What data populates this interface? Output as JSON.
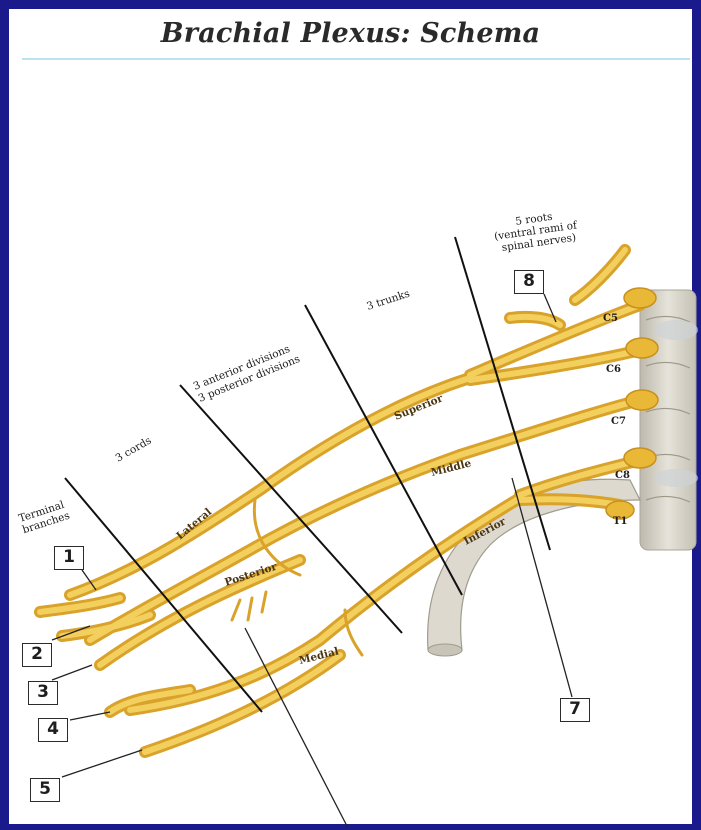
{
  "title": "Brachial Plexus: Schema",
  "section_labels": {
    "terminal_branches": [
      "Terminal",
      "branches"
    ],
    "cords": "3 cords",
    "divisions_anterior": "3 anterior divisions",
    "divisions_posterior": "3 posterior divisions",
    "trunks": "3 trunks",
    "roots": [
      "5 roots",
      "(ventral rami of",
      "spinal nerves)"
    ]
  },
  "nerve_labels": {
    "superior": "Superior",
    "middle": "Middle",
    "inferior": "Inferior",
    "lateral": "Lateral",
    "posterior": "Posterior",
    "medial": "Medial"
  },
  "root_labels": [
    "C5",
    "C6",
    "C7",
    "C8",
    "T1"
  ],
  "callouts": [
    "1",
    "2",
    "3",
    "4",
    "5",
    "7",
    "8"
  ],
  "colors": {
    "border": "#1a1a8c",
    "nerve": "#e8b836",
    "nerve_highlight": "#f7dc78",
    "bone": "#d9d6cc",
    "rule": "#b9e3ee"
  }
}
